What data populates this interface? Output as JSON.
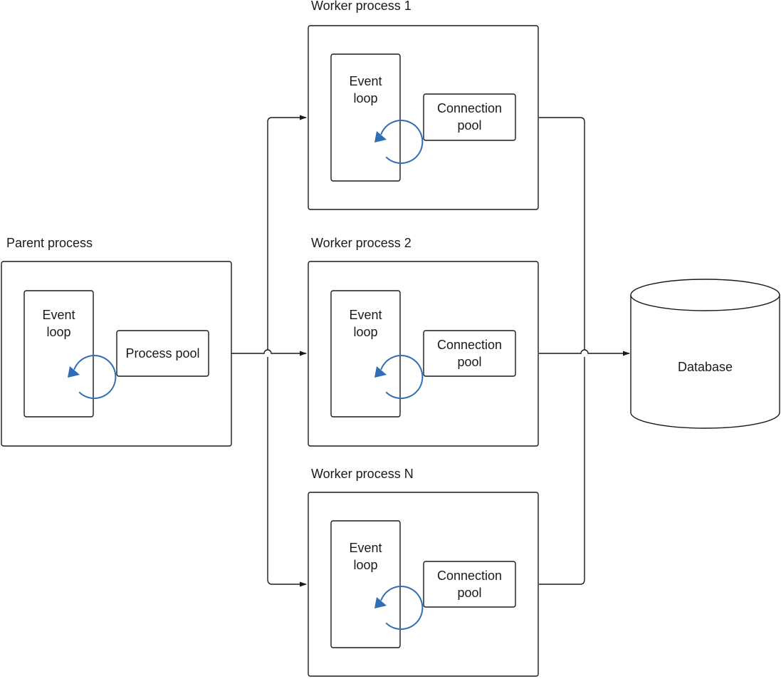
{
  "parent": {
    "title": "Parent process",
    "event_loop": "Event\nloop",
    "pool": "Process pool"
  },
  "workers": [
    {
      "title": "Worker process 1",
      "event_loop": "Event\nloop",
      "pool": "Connection\npool"
    },
    {
      "title": "Worker process 2",
      "event_loop": "Event\nloop",
      "pool": "Connection\npool"
    },
    {
      "title": "Worker process N",
      "event_loop": "Event\nloop",
      "pool": "Connection\npool"
    }
  ],
  "database": {
    "label": "Database"
  },
  "colors": {
    "loop_arrow": "#2f6db5",
    "stroke": "#1a1a1a"
  }
}
